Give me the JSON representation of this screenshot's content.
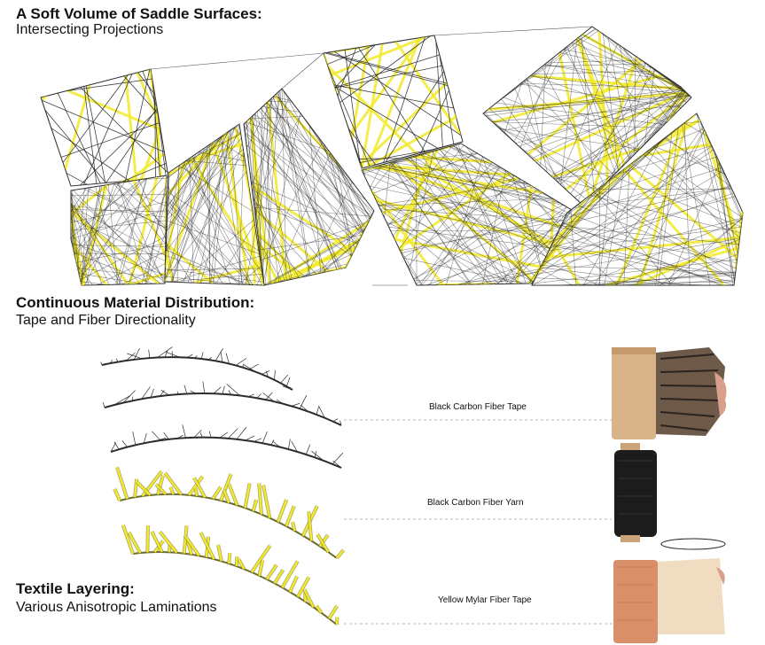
{
  "sections": {
    "saddle": {
      "title": "A Soft Volume of Saddle Surfaces:",
      "subtitle": "Intersecting Projections"
    },
    "material": {
      "title": "Continuous Material Distribution:",
      "subtitle": "Tape and Fiber Directionality"
    },
    "layering": {
      "title": "Textile Layering:",
      "subtitle": "Various Anisotropic Laminations"
    }
  },
  "materials": [
    {
      "label": "Black Carbon Fiber Tape"
    },
    {
      "label": "Black Carbon Fiber Yarn"
    },
    {
      "label": "Yellow Mylar Fiber Tape"
    }
  ],
  "colors": {
    "fiber": "#2b2b2b",
    "mylar": "#f2ea2a",
    "leader": "#b5b5b5"
  }
}
